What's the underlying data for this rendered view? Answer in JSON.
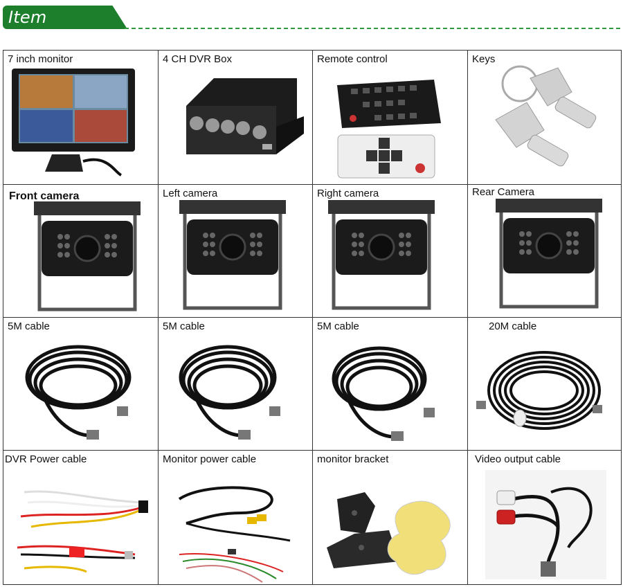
{
  "header": {
    "title": "Item Includes:",
    "accent": "#1d7f2c"
  },
  "items": [
    {
      "label": "7 inch monitor"
    },
    {
      "label": "4 CH DVR Box"
    },
    {
      "label": "Remote control"
    },
    {
      "label": "Keys"
    },
    {
      "label": "Front camera"
    },
    {
      "label": "Left camera"
    },
    {
      "label": "Right camera"
    },
    {
      "label": "Rear Camera"
    },
    {
      "label": "5M cable"
    },
    {
      "label": "5M cable"
    },
    {
      "label": "5M cable"
    },
    {
      "label": "20M cable"
    },
    {
      "label": "DVR Power cable"
    },
    {
      "label": "Monitor power cable"
    },
    {
      "label": "monitor bracket"
    },
    {
      "label": "Video output cable"
    }
  ]
}
